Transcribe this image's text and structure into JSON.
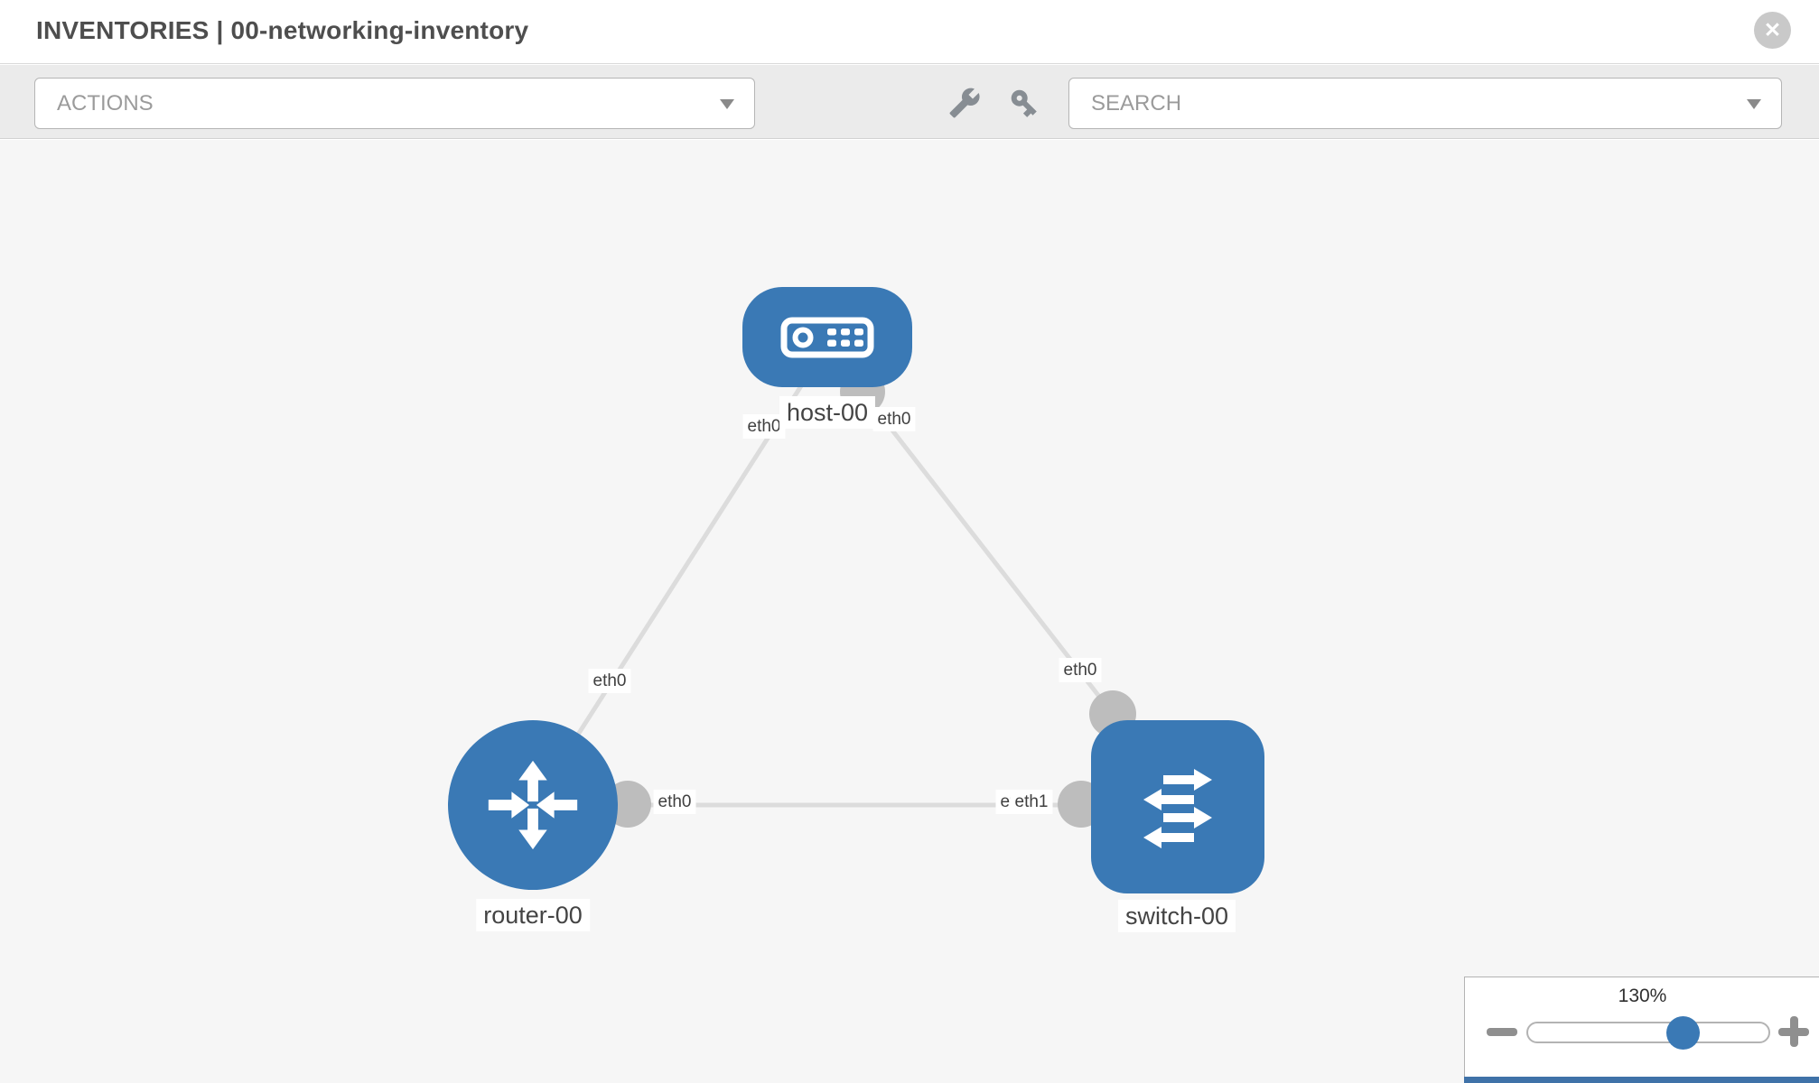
{
  "header": {
    "title": "INVENTORIES | 00-networking-inventory",
    "close_glyph": "✕"
  },
  "toolbar": {
    "actions_label": "ACTIONS",
    "search_placeholder": "SEARCH",
    "icons": [
      "wrench-icon",
      "key-icon"
    ]
  },
  "topology": {
    "nodes": [
      {
        "label": "host-00",
        "type": "host",
        "icon": "server-icon"
      },
      {
        "label": "router-00",
        "type": "router",
        "icon": "router-arrows-icon"
      },
      {
        "label": "switch-00",
        "type": "switch",
        "icon": "switch-arrows-icon"
      }
    ],
    "links": [
      {
        "from": "router-00",
        "to": "host-00",
        "from_interface": "eth0",
        "to_interface": "eth0"
      },
      {
        "from": "switch-00",
        "to": "host-00",
        "from_interface": "eth0",
        "to_interface": "eth0"
      },
      {
        "from": "router-00",
        "to": "switch-00",
        "from_interface": "eth0",
        "to_interface": "eth1"
      }
    ],
    "interface_labels": {
      "host_left": "eth0",
      "host_right": "eth0",
      "link_a_mid": "eth0",
      "link_b_mid": "eth0",
      "link_c_router": "eth0",
      "link_c_switch_hidden": "eth0",
      "link_c_switch": "eth1"
    }
  },
  "zoom_control": {
    "value": "130%"
  },
  "colors": {
    "node_blue": "#3a79b5",
    "link_gray": "#dcdcdc",
    "interface_dot_gray": "#bdbdbd",
    "canvas_bg": "#f6f6f6",
    "toolbar_bg": "#ebebeb"
  }
}
